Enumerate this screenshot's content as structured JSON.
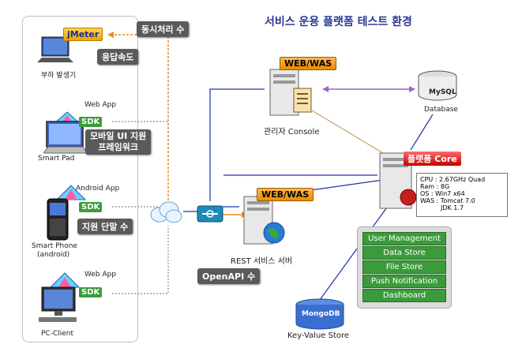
{
  "title": "서비스 운용 플랫폼 테스트 환경",
  "client_panel": {
    "load_generator": {
      "tool": "jMeter",
      "caption": "부하 발생기"
    },
    "smart_pad": {
      "app_type": "Web App",
      "sdk": "SDK",
      "caption": "Smart Pad"
    },
    "smart_phone": {
      "app_type": "Android App",
      "sdk": "SDK",
      "caption_line1": "Smart Phone",
      "caption_line2": "(android)"
    },
    "pc_client": {
      "app_type": "Web App",
      "sdk": "SDK",
      "caption": "PC-Client"
    }
  },
  "metrics": {
    "concurrent": "동시처리 수",
    "response_speed": "응답속도",
    "mobile_ui_line1": "모바일 UI 지원",
    "mobile_ui_line2": "프레임워크",
    "supported_devices": "지원 단말 수",
    "openapi": "OpenAPI 수"
  },
  "admin_server": {
    "tag": "WEB/WAS",
    "caption": "관리자 Console"
  },
  "rest_server": {
    "tag": "WEB/WAS",
    "caption": "REST 서비스 서버"
  },
  "database": {
    "name": "MySQL",
    "caption": "Database"
  },
  "mongodb": {
    "name": "MongoDB",
    "caption": "Key-Value Store"
  },
  "core": {
    "tag": "플랫폼 Core",
    "specs": [
      "CPU : 2.67GHz Quad",
      "Ram : 8G",
      "OS : Win7 x64",
      "WAS : Tomcat 7.0",
      "JDK 1.7"
    ],
    "modules": [
      "User Management",
      "Data Store",
      "File Store",
      "Push Notification",
      "Dashboard"
    ]
  },
  "colors": {
    "title": "#2b3a91",
    "network_line": "#2233aa",
    "orange_dashed": "#e88a2a",
    "db_link": "#9966cc",
    "module_green": "#3a9b3a"
  }
}
